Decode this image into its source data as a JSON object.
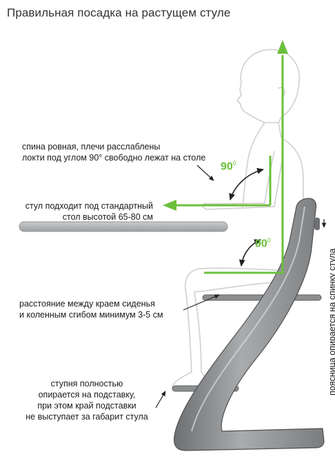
{
  "title": "Правильная посадка на растущем стуле",
  "annotations": {
    "back": [
      "спина ровная, плечи расслаблены",
      "локти под углом 90° свободно лежат на столе"
    ],
    "table": [
      "стул подходит под стандартный",
      "стол высотой 65-80 см"
    ],
    "knee": [
      "расстояние между краем сиденья",
      "и коленным сгибом минимум 3-5 см"
    ],
    "foot": [
      "ступня полностью",
      "опирается на подставку,",
      "при этом край подставки",
      "не выступает за габарит стула"
    ],
    "lumbar": "поясница опирается на спинку стула"
  },
  "angles": {
    "elbow": "90",
    "hip": "90",
    "unit": "0"
  },
  "colors": {
    "guide": "#6cbf3c",
    "chair": "#8c8e90",
    "chair_dark": "#5e6062",
    "table": "#b4b6b8",
    "outline": "#cfcfcf",
    "arrow": "#222222"
  }
}
